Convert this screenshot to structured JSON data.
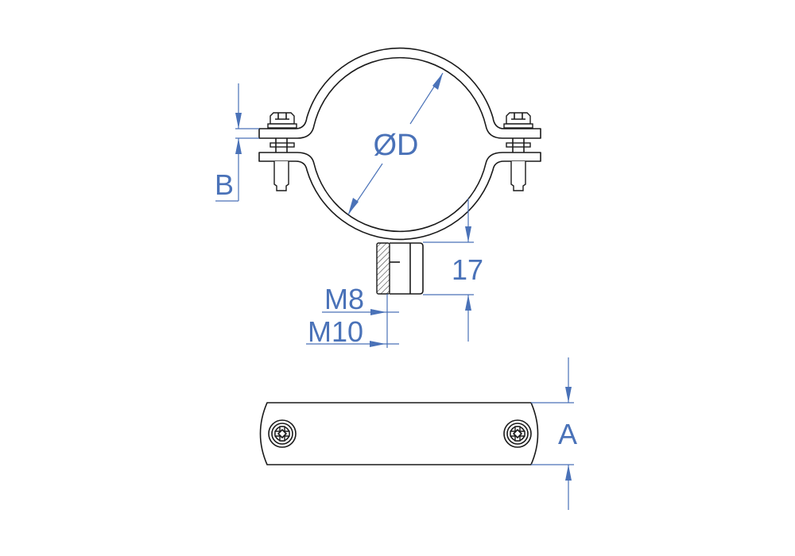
{
  "drawing": {
    "title": "Pipe clamp with threaded connector nut",
    "dimensions": {
      "diameter": "ØD",
      "flange_height": "B",
      "nut_height": "17",
      "thread_small": "M8",
      "thread_large": "M10",
      "band_width": "A"
    },
    "colors": {
      "dimension": "#4a72b8",
      "outline": "#1a1a1a"
    }
  }
}
